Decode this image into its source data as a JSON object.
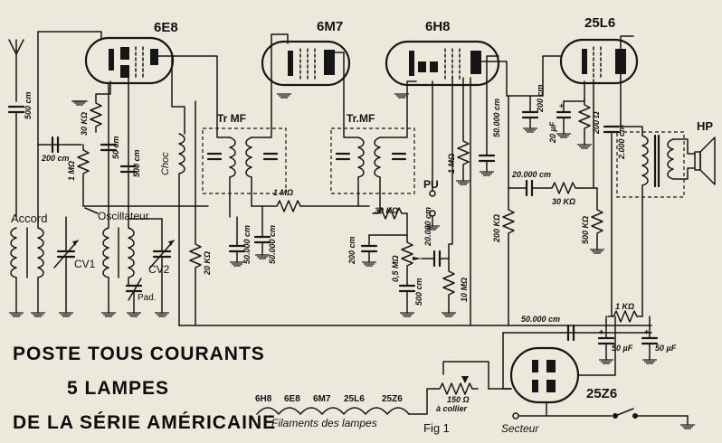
{
  "tubes": {
    "t1": "6E8",
    "t2": "6M7",
    "t3": "6H8",
    "t4": "25L6",
    "rect": "25Z6"
  },
  "stages": {
    "accord": "Accord",
    "oscillateur": "Oscillateur",
    "cv1": "CV1",
    "cv2": "CV2",
    "pad": "Pad.",
    "trmf1": "Tr MF",
    "trmf2": "Tr.MF",
    "choc": "Choc",
    "pu": "PU",
    "hp": "HP"
  },
  "values": {
    "c_ant": "500 cm",
    "r_30k_a": "30 KΩ",
    "c_200_a": "200 cm",
    "r_1m_a": "1 MΩ",
    "c_50": "50 cm",
    "c_500": "500 cm",
    "r_20k": "20 KΩ",
    "c_50000_a": "50.000 cm",
    "r_1m_b": "1 MΩ",
    "c_50000_b": "50.000 cm",
    "r_30k_b": "30 KΩ",
    "c_200_b": "200 cm",
    "r_05m": "0,5 MΩ",
    "c_20000_a": "20.000 cm",
    "c_500_b": "500 cm",
    "r_10m": "10 MΩ",
    "r_1m_c": "1 MΩ",
    "c_50000_c": "50.000 cm",
    "r_200k": "200 KΩ",
    "c_20000_b": "20.000 cm",
    "r_30k_c": "30 KΩ",
    "r_500k": "500 KΩ",
    "c_200_c": "200 cm",
    "c_20uf": "20 µF",
    "r_200": "200 Ω",
    "c_2000": "2.000 cm",
    "c_50000_d": "50.000 cm",
    "r_1k": "1 KΩ",
    "c_50uf_a": "50 µF",
    "c_50uf_b": "50 µF",
    "r_150": "150 Ω",
    "r_150_note": "à collier"
  },
  "filaments": {
    "order": [
      "6H8",
      "6E8",
      "6M7",
      "25L6",
      "25Z6"
    ],
    "caption": "Filaments des lampes"
  },
  "secteur": "Secteur",
  "fig": "Fig 1",
  "title_lines": [
    "POSTE TOUS COURANTS",
    "5 LAMPES",
    "DE LA SÉRIE AMÉRICAINE"
  ]
}
